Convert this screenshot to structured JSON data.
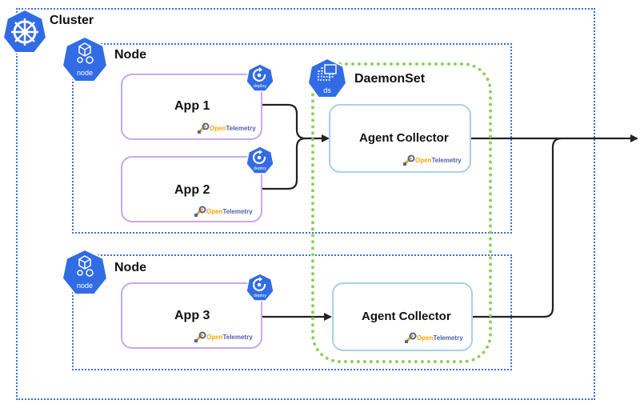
{
  "cluster": {
    "label": "Cluster"
  },
  "nodes": [
    {
      "label": "Node",
      "icon_text": "node"
    },
    {
      "label": "Node",
      "icon_text": "node"
    }
  ],
  "daemonset": {
    "label": "DaemonSet",
    "icon_text": "ds"
  },
  "apps": [
    {
      "label": "App 1",
      "deploy_text": "deploy"
    },
    {
      "label": "App 2",
      "deploy_text": "deploy"
    },
    {
      "label": "App 3",
      "deploy_text": "deploy"
    }
  ],
  "agents": [
    {
      "label": "Agent Collector"
    },
    {
      "label": "Agent Collector"
    }
  ],
  "otel": {
    "open": "Open",
    "telemetry": "Telemetry"
  },
  "colors": {
    "k8s_blue": "#326ce5",
    "cluster_border": "#3b6fd8",
    "app_border": "#c9a8ee",
    "agent_border": "#a9cfe8",
    "daemonset_border": "#8fd05a",
    "otel_orange": "#f5a800",
    "otel_blue": "#4f62ad"
  },
  "icons": [
    "kubernetes-helm-icon",
    "node-icon",
    "deploy-icon",
    "daemonset-icon",
    "opentelemetry-icon"
  ]
}
